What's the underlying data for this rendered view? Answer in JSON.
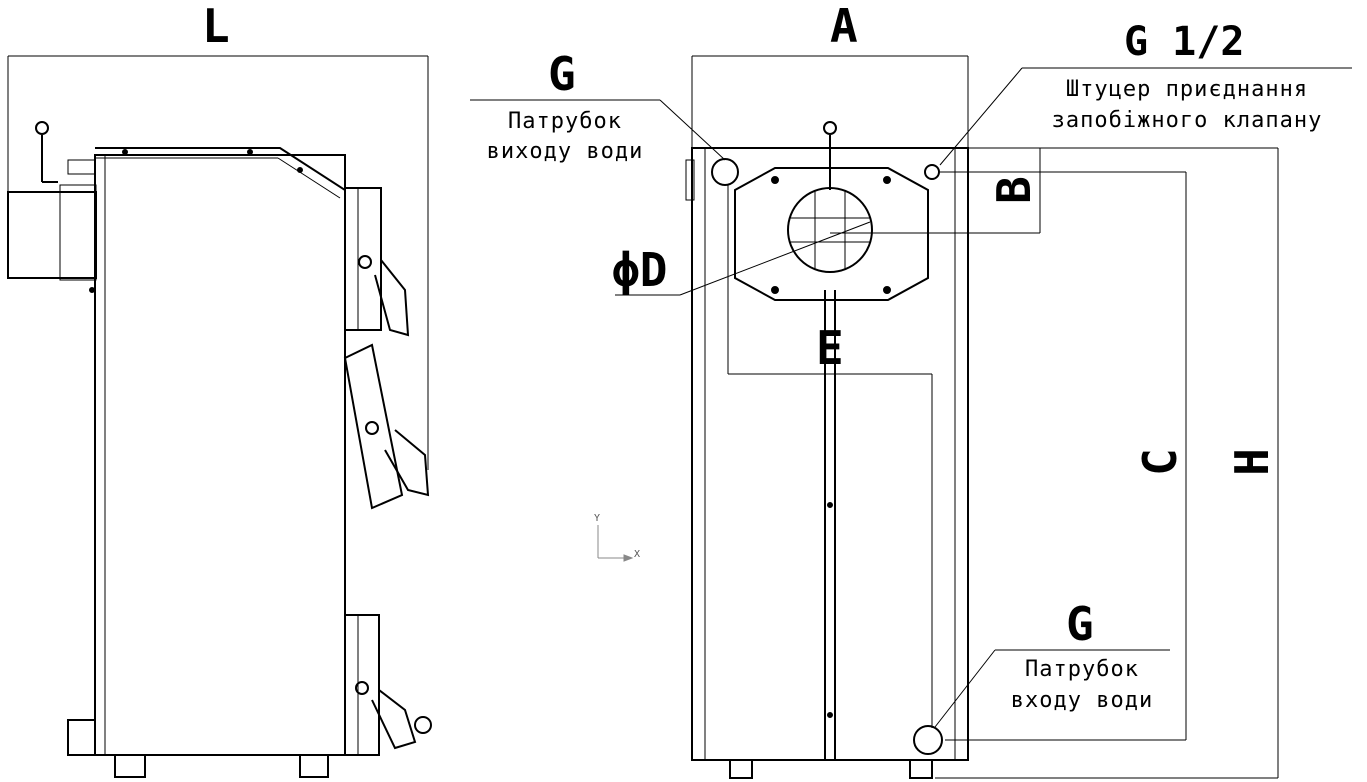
{
  "labels": {
    "L": "L",
    "A": "A",
    "G_outlet": "G",
    "G_half": "G 1/2",
    "G_inlet": "G",
    "B": "B",
    "D": "ϕD",
    "E": "E",
    "C": "C",
    "H": "H"
  },
  "notes": {
    "outlet_line1": "Патрубок",
    "outlet_line2": "виходу води",
    "valve_line1": "Штуцер приєднання",
    "valve_line2": "запобіжного клапану",
    "inlet_line1": "Патрубок",
    "inlet_line2": "входу води"
  },
  "axis": {
    "x": "X",
    "y": "Y"
  }
}
